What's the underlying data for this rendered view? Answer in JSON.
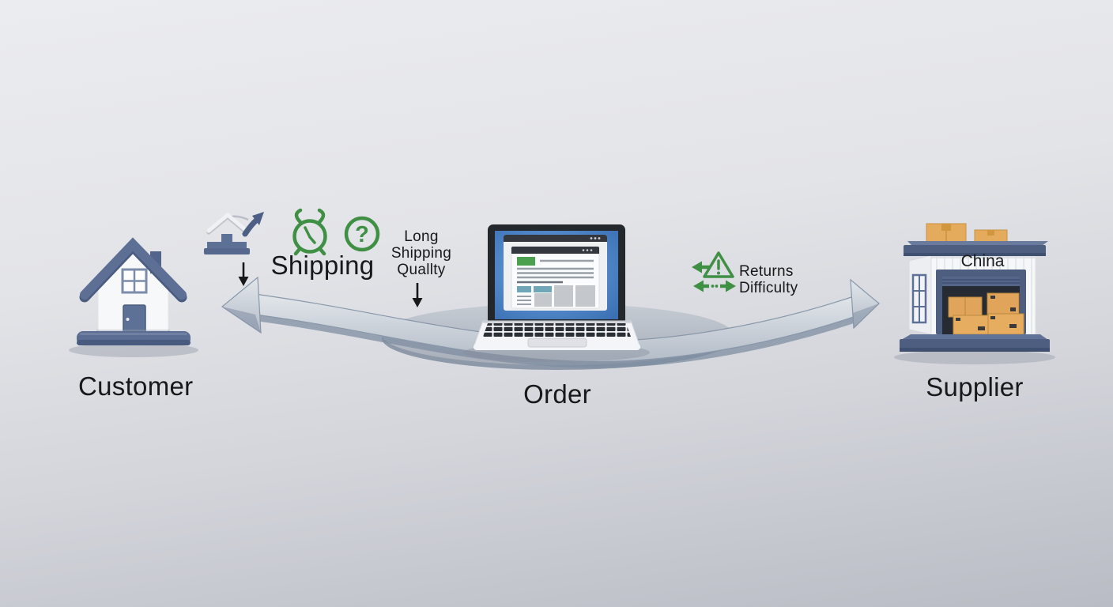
{
  "diagram": {
    "nodes": {
      "customer_label": "Customer",
      "order_label": "Order",
      "supplier_label": "Supplier",
      "supplier_sign": "China"
    },
    "annotations": {
      "shipping": "Shipping",
      "long_shipping": [
        "Long",
        "Shipping",
        "Quallty"
      ],
      "returns": [
        "Returns",
        "Difficulty"
      ]
    },
    "glyphs": {
      "question_mark": "?"
    },
    "icons": {
      "home_delivery": "house-steps-growth-arrow",
      "alarm_clock": "green-alarm-clock",
      "question_circle": "green-question-circle",
      "returns_warning": "green-warning-triangle-with-arrows",
      "flow_arrow": "double-headed-curved-ribbon-arrow"
    },
    "colors": {
      "background_top": "#ebecef",
      "background_bottom": "#b9bcc4",
      "slate_blue": "#56688e",
      "slate_dark": "#46587c",
      "accent_green": "#3f8f45",
      "ribbon_gray": "#ccd2d9",
      "ribbon_edge": "#8997aa",
      "box_tan": "#e2a85c",
      "laptop_screen_blue": "#5793d8",
      "text": "#17181a"
    }
  }
}
